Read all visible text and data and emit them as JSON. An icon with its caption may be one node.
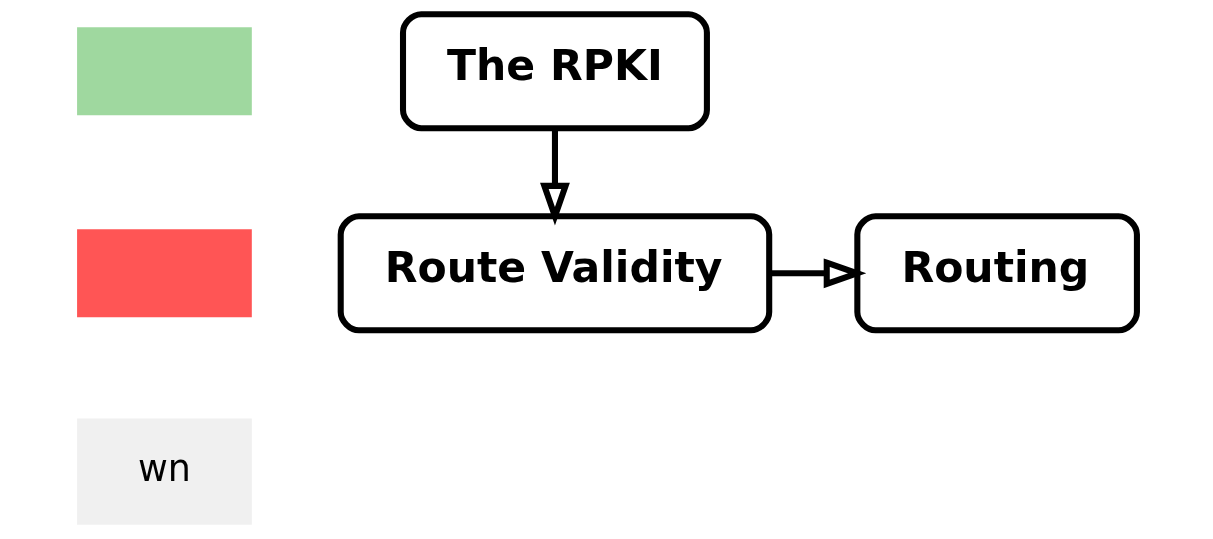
{
  "diagram": {
    "nodes": [
      {
        "text": [],
        "shape": "box"
      },
      {
        "text": [],
        "shape": "box"
      },
      {
        "text": [
          "wn"
        ]
      },
      {
        "text": [
          "The RPKI"
        ]
      },
      {
        "text": [
          "Route Validity"
        ]
      },
      {
        "text": [
          "Routing"
        ]
      }
    ],
    "edges": [
      {
        "from": 3,
        "to": 4,
        "arrow": "to"
      },
      {
        "from": 4,
        "to": 5,
        "arrow": "to"
      }
    ]
  }
}
